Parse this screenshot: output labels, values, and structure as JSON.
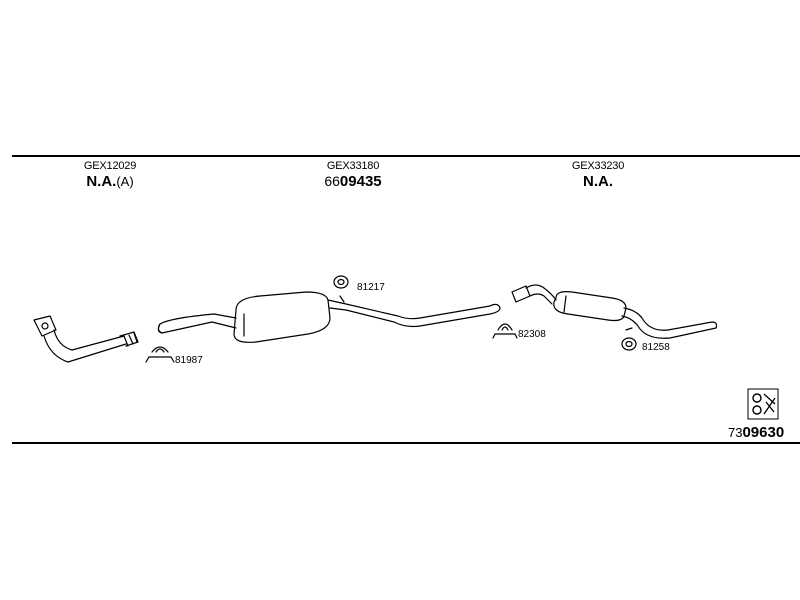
{
  "columns": [
    {
      "code": "GEX12029",
      "main": "N.A.",
      "suffix": "(A)"
    },
    {
      "code": "GEX33180",
      "prefix": "66",
      "main": "09435"
    },
    {
      "code": "GEX33230",
      "main": "N.A."
    }
  ],
  "callouts": {
    "clamp_front": "81987",
    "ring_mid": "81217",
    "clamp_mid": "82308",
    "ring_rear": "81258"
  },
  "reference": {
    "prefix": "73",
    "number": "09630"
  },
  "icons": {
    "logo": "exhaust-kit-logo-icon"
  }
}
